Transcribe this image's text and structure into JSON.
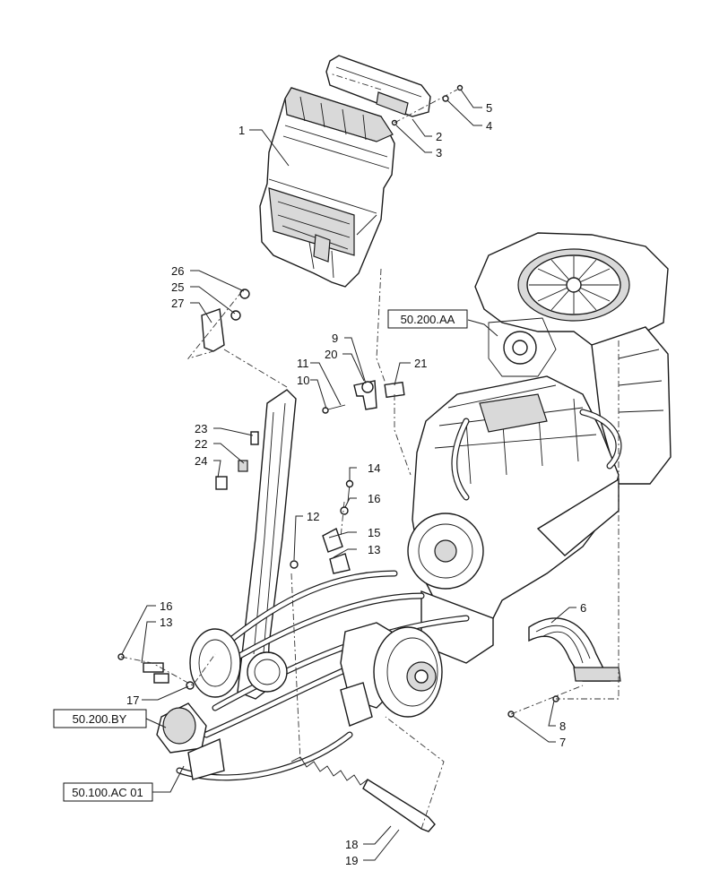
{
  "callouts": [
    {
      "id": "c1",
      "label": "1"
    },
    {
      "id": "c2",
      "label": "2"
    },
    {
      "id": "c3",
      "label": "3"
    },
    {
      "id": "c4",
      "label": "4"
    },
    {
      "id": "c5",
      "label": "5"
    },
    {
      "id": "c6",
      "label": "6"
    },
    {
      "id": "c7",
      "label": "7"
    },
    {
      "id": "c8",
      "label": "8"
    },
    {
      "id": "c9",
      "label": "9"
    },
    {
      "id": "c10",
      "label": "10"
    },
    {
      "id": "c11",
      "label": "11"
    },
    {
      "id": "c12",
      "label": "12"
    },
    {
      "id": "c13a",
      "label": "13"
    },
    {
      "id": "c13b",
      "label": "13"
    },
    {
      "id": "c14",
      "label": "14"
    },
    {
      "id": "c15",
      "label": "15"
    },
    {
      "id": "c16a",
      "label": "16"
    },
    {
      "id": "c16b",
      "label": "16"
    },
    {
      "id": "c17",
      "label": "17"
    },
    {
      "id": "c18",
      "label": "18"
    },
    {
      "id": "c19",
      "label": "19"
    },
    {
      "id": "c20",
      "label": "20"
    },
    {
      "id": "c21",
      "label": "21"
    },
    {
      "id": "c22",
      "label": "22"
    },
    {
      "id": "c23",
      "label": "23"
    },
    {
      "id": "c24",
      "label": "24"
    },
    {
      "id": "c25",
      "label": "25"
    },
    {
      "id": "c26",
      "label": "26"
    },
    {
      "id": "c27",
      "label": "27"
    }
  ],
  "references": {
    "engine": "50.200.AA",
    "valve": "50.200.BY",
    "motor": "50.100.AC 01"
  }
}
